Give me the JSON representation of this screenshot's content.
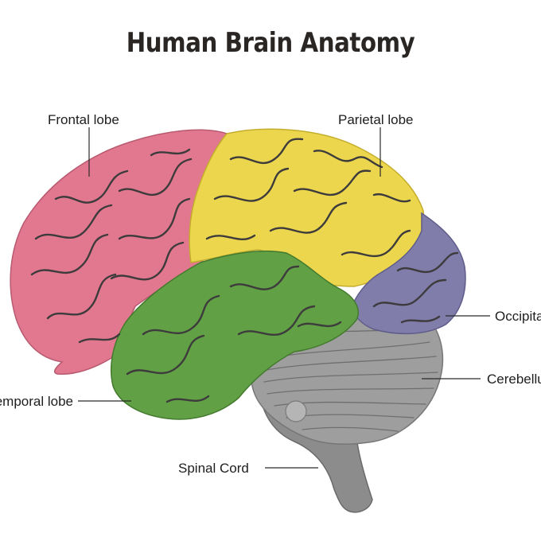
{
  "title": "Human Brain Anatomy",
  "labels": {
    "frontal": "Frontal lobe",
    "parietal": "Parietal lobe",
    "occipital": "Occipital lobe",
    "cerebellum": "Cerebellum",
    "temporal": "Temporal lobe",
    "spinal": "Spinal Cord"
  },
  "colors": {
    "frontal": "#e2788f",
    "parietal": "#ebd64e",
    "occipital": "#807dab",
    "temporal": "#62a046",
    "cerebellum": "#9e9e9e",
    "brainstem": "#8c8c8c"
  }
}
